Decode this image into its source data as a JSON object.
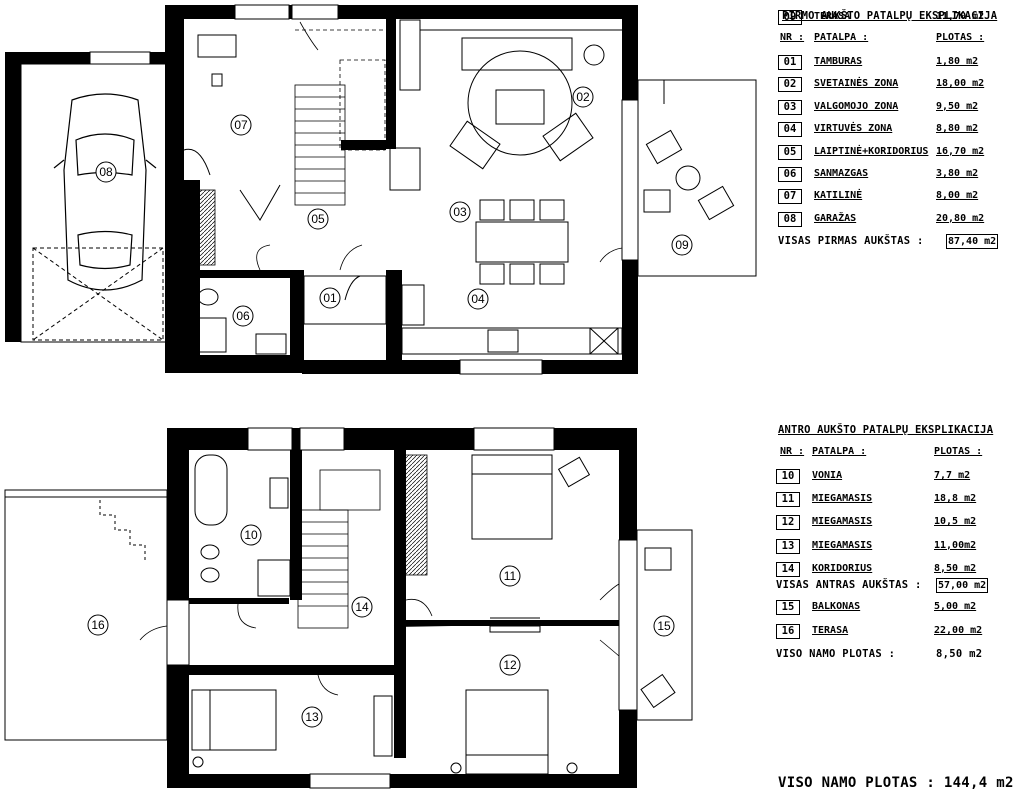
{
  "floor1": {
    "title": "PIRMO AUKŠTO PATALPŲ EKSPLIKACIJA",
    "col_nr": "NR :",
    "col_room": "PATALPA :",
    "col_area": "PLOTAS :",
    "rows": [
      {
        "nr": "01",
        "name": "TAMBURAS",
        "area": "1,80 m2"
      },
      {
        "nr": "02",
        "name": "SVETAINĖS ZONA",
        "area": "18,00 m2"
      },
      {
        "nr": "03",
        "name": "VALGOMOJO ZONA",
        "area": "9,50 m2"
      },
      {
        "nr": "04",
        "name": "VIRTUVĖS ZONA",
        "area": "8,80 m2"
      },
      {
        "nr": "05",
        "name": "LAIPTINĖ+KORIDORIUS",
        "area": "16,70 m2"
      },
      {
        "nr": "06",
        "name": "SANMAZGAS",
        "area": "3,80 m2"
      },
      {
        "nr": "07",
        "name": "KATILINĖ",
        "area": "8,00 m2"
      },
      {
        "nr": "08",
        "name": "GARAŽAS",
        "area": "20,80 m2"
      }
    ],
    "total_label": "VISAS PIRMAS AUKŠTAS :",
    "total_value": "87,40 m2",
    "extra": [
      {
        "nr": "09",
        "name": "TERASA",
        "area": "11,70 m2"
      }
    ]
  },
  "floor2": {
    "title": "ANTRO AUKŠTO PATALPŲ EKSPLIKACIJA",
    "col_nr": "NR :",
    "col_room": "PATALPA :",
    "col_area": "PLOTAS :",
    "rows": [
      {
        "nr": "10",
        "name": "VONIA",
        "area": "7,7 m2"
      },
      {
        "nr": "11",
        "name": "MIEGAMASIS",
        "area": "18,8 m2"
      },
      {
        "nr": "12",
        "name": "MIEGAMASIS",
        "area": "10,5 m2"
      },
      {
        "nr": "13",
        "name": "MIEGAMASIS",
        "area": "11,00m2"
      },
      {
        "nr": "14",
        "name": "KORIDORIUS",
        "area": "8,50 m2"
      }
    ],
    "total_label": "VISAS ANTRAS AUKŠTAS :",
    "total_value": "57,00 m2",
    "extra": [
      {
        "nr": "15",
        "name": "BALKONAS",
        "area": "5,00 m2"
      },
      {
        "nr": "16",
        "name": "TERASA",
        "area": "22,00 m2"
      }
    ],
    "house_label": "VISO NAMO PLOTAS :",
    "house_value": "8,50 m2"
  },
  "grand_total": "VISO NAMO PLOTAS : 144,4 m2",
  "plan_labels": {
    "r01": "01",
    "r02": "02",
    "r03": "03",
    "r04": "04",
    "r05": "05",
    "r06": "06",
    "r07": "07",
    "r08": "08",
    "r09": "09",
    "r10": "10",
    "r11": "11",
    "r12": "12",
    "r13": "13",
    "r14": "14",
    "r15": "15",
    "r16": "16"
  }
}
